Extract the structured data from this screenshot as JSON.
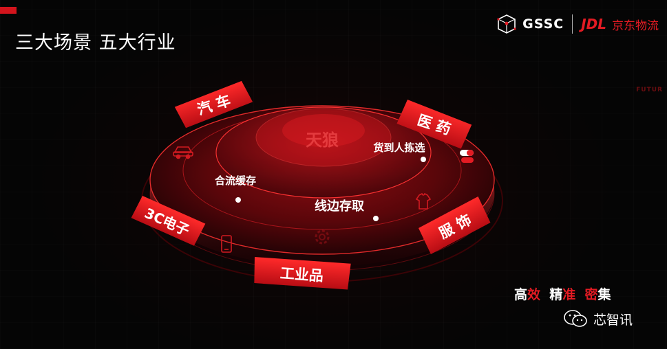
{
  "header": {
    "title": "三大场景  五大行业"
  },
  "logos": {
    "gssc": "GSSC",
    "jdl": "JDL",
    "jdl_cn": "京东物流"
  },
  "deco": {
    "side_text": "FUTUR"
  },
  "platform": {
    "center_label": "天狼",
    "scenarios": [
      "货到人拣选",
      "合流缓存",
      "线边存取"
    ],
    "industries": [
      "汽 车",
      "医 药",
      "3C电子",
      "工业品",
      "服 饰"
    ]
  },
  "icons": [
    "cube-logo-icon",
    "car-icon",
    "pill-icon",
    "tshirt-icon",
    "phone-icon",
    "gear-icon",
    "wechat-icon"
  ],
  "slogan": {
    "parts": [
      {
        "text": "高",
        "accent": false
      },
      {
        "text": "效",
        "accent": true
      },
      {
        "text": "  精",
        "accent": false
      },
      {
        "text": "准",
        "accent": true
      },
      {
        "text": "  ",
        "accent": false
      },
      {
        "text": "密",
        "accent": true
      },
      {
        "text": "集",
        "accent": false
      }
    ]
  },
  "footer": {
    "account": "芯智讯"
  },
  "colors": {
    "accent": "#e31b23",
    "background": "#070707"
  }
}
